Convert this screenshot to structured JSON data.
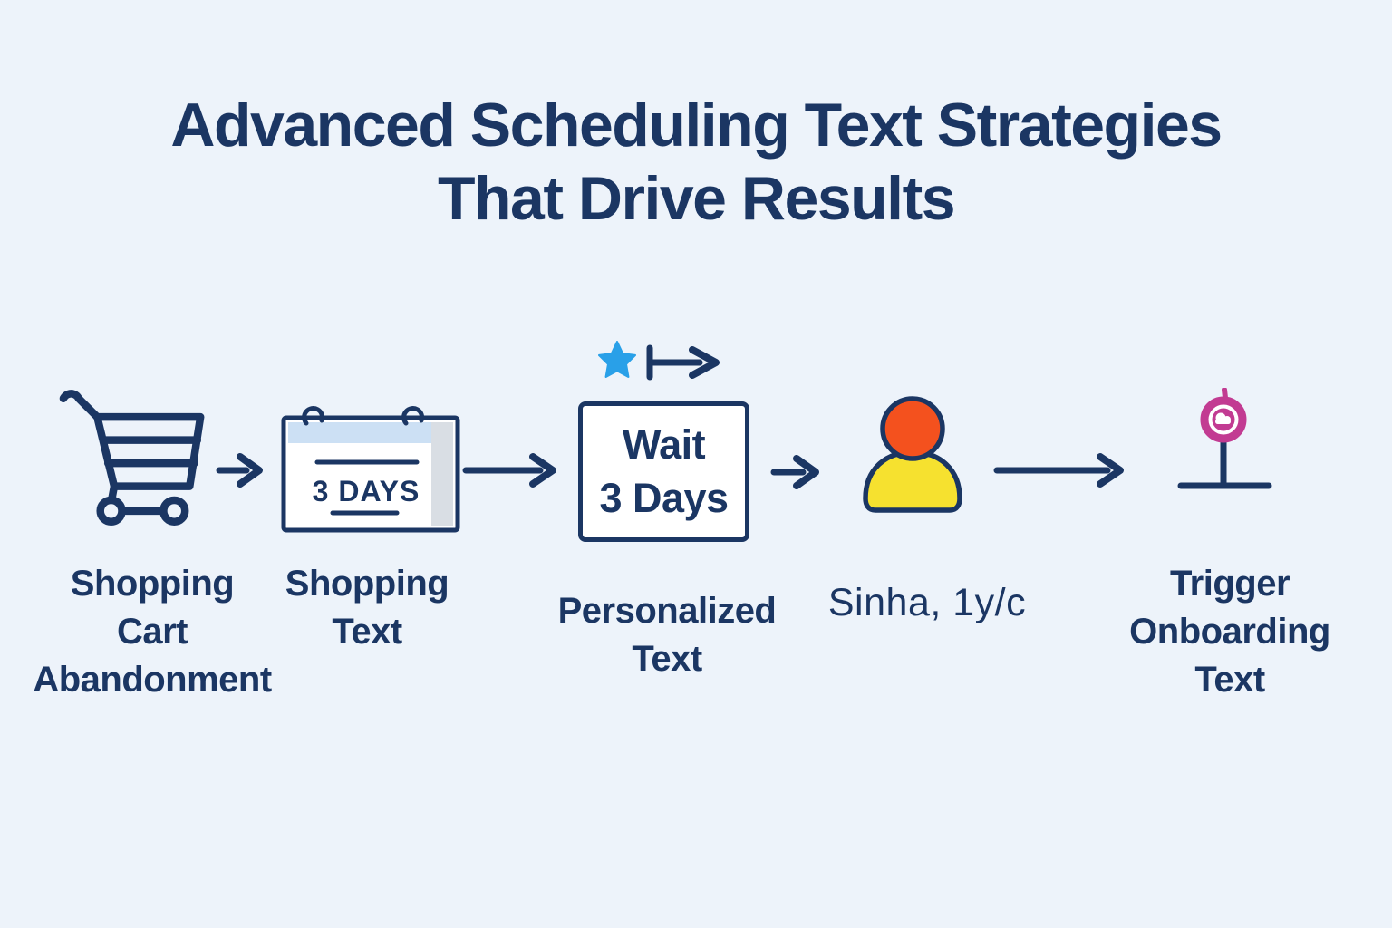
{
  "title": [
    "Advanced Scheduling Text Strategies",
    "That Drive Results"
  ],
  "colors": {
    "background": "#edf3fa",
    "navy": "#1b3663",
    "star-blue": "#29a0e8",
    "head-orange": "#f4511e",
    "body-yellow": "#f6e12f",
    "pin-pink": "#c23b92",
    "calendar-header": "#cce0f4",
    "calendar-tab": "#d9dee4"
  },
  "steps": {
    "cart": {
      "icon": "shopping-cart-icon",
      "label_lines": [
        "Shopping",
        "Cart",
        "Abandonment"
      ]
    },
    "calendar": {
      "icon": "calendar-icon",
      "badge": "3 DAYS",
      "label_lines": [
        "Shopping",
        "Text"
      ]
    },
    "wait": {
      "icons": [
        "star-icon",
        "maps-to-arrow-icon"
      ],
      "box_lines": [
        "Wait",
        "3 Days"
      ],
      "label_lines": [
        "Personalized",
        "Text"
      ]
    },
    "person": {
      "icon": "person-icon",
      "label_lines": [
        "Sinha, 1y/c"
      ]
    },
    "trigger": {
      "icon": "pin-marker-icon",
      "label_lines": [
        "Trigger",
        "Onboarding",
        "Text"
      ]
    }
  },
  "connectors": [
    "arrow-short",
    "arrow-long",
    "arrow-short",
    "arrow-long"
  ]
}
